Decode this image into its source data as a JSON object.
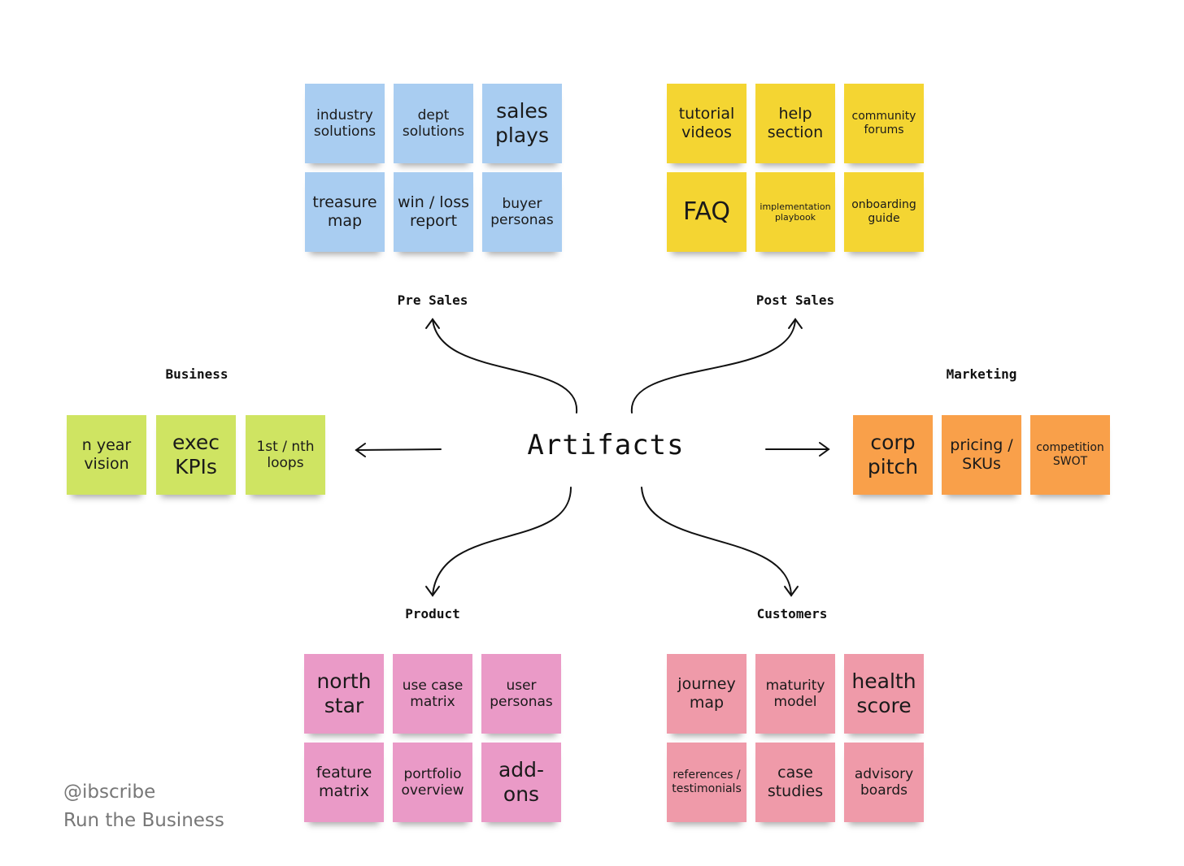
{
  "center": "Artifacts",
  "groups": {
    "pre_sales": {
      "label": "Pre Sales",
      "notes": [
        "industry solutions",
        "dept solutions",
        "sales plays",
        "treasure map",
        "win / loss report",
        "buyer personas"
      ]
    },
    "post_sales": {
      "label": "Post Sales",
      "notes": [
        "tutorial videos",
        "help section",
        "community forums",
        "FAQ",
        "implementation playbook",
        "onboarding guide"
      ]
    },
    "business": {
      "label": "Business",
      "notes": [
        "n year vision",
        "exec KPIs",
        "1st / nth loops"
      ]
    },
    "marketing": {
      "label": "Marketing",
      "notes": [
        "corp pitch",
        "pricing / SKUs",
        "competition SWOT"
      ]
    },
    "product": {
      "label": "Product",
      "notes": [
        "north star",
        "use case matrix",
        "user personas",
        "feature matrix",
        "portfolio overview",
        "add-ons"
      ]
    },
    "customers": {
      "label": "Customers",
      "notes": [
        "journey map",
        "maturity model",
        "health score",
        "references / testimonials",
        "case studies",
        "advisory boards"
      ]
    }
  },
  "credit": {
    "handle": "@ibscribe",
    "tagline": "Run the Business"
  },
  "colors": {
    "pre_sales": "#a9cdf1",
    "post_sales": "#f4d532",
    "business": "#cfe462",
    "marketing": "#f9a04a",
    "product": "#ea9ac7",
    "customers": "#ef9aa9"
  }
}
